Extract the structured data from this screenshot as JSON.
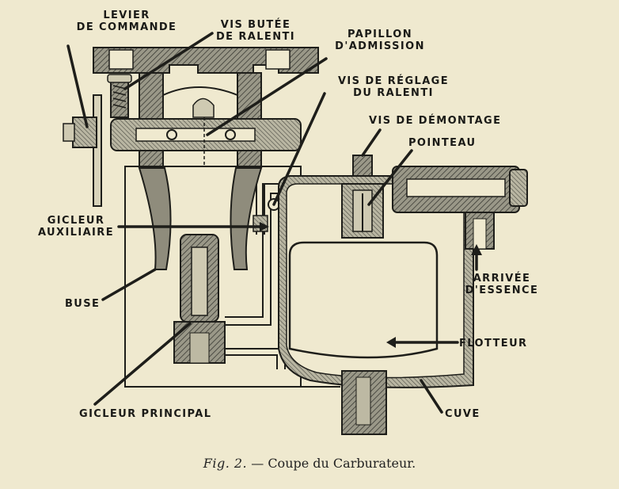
{
  "labels": {
    "levier": [
      "LEVIER",
      "DE COMMANDE"
    ],
    "vis_butee": [
      "VIS BUTÉE",
      "DE RALENTI"
    ],
    "papillon": [
      "PAPILLON",
      "D'ADMISSION"
    ],
    "vis_reglage": [
      "VIS DE RÉGLAGE",
      "DU RALENTI"
    ],
    "vis_demontage": "VIS DE DÉMONTAGE",
    "pointeau": "POINTEAU",
    "gicleur_aux": [
      "GICLEUR",
      "AUXILIAIRE"
    ],
    "buse": "BUSE",
    "arrivee": [
      "ARRIVÉE",
      "D'ESSENCE"
    ],
    "flotteur": "FLOTTEUR",
    "gicleur_principal": "GICLEUR PRINCIPAL",
    "cuve": "CUVE"
  },
  "caption": {
    "fig": "Fig. 2.",
    "dash": " — ",
    "text": "Coupe du Carburateur."
  }
}
